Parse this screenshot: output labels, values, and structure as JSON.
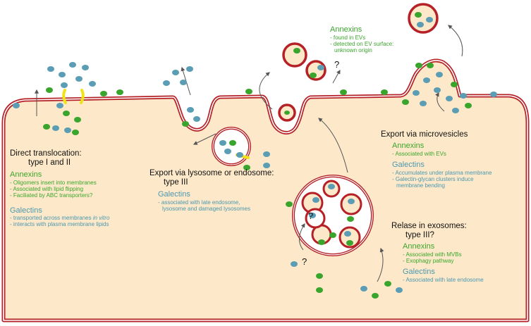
{
  "colors": {
    "annexin": "#3aa52c",
    "galectin": "#5b9db4",
    "membrane_red": "#b52127",
    "cell_fill": "#fde9c9",
    "abc_transporter": "#f2e318",
    "arrow": "#555555"
  },
  "direct": {
    "title_line1": "Direct translocation:",
    "title_line2": "type I and II",
    "annexins_header": "Annexins",
    "annexins_items": [
      "- Oligomers insert into membranes",
      "- Associated with lipid flipping",
      "- Faciliated by ABC transporters?"
    ],
    "galectins_header": "Galectins",
    "galectins_item1_prefix": "- transported across membranes ",
    "galectins_item1_italic": "in vitro",
    "galectins_item2": "- interacts with plasma membrane lipids"
  },
  "lysosome": {
    "title_line1": "Export via lysosome or endosome:",
    "title_line2": "type III",
    "galectins_header": "Galectins",
    "galectins_items": [
      "- associated with late endosome,",
      "lysosome and damaged lysosomes"
    ]
  },
  "evs": {
    "annexins_header": "Annexins",
    "items": [
      "- found in EVs",
      "- detected on EV surface:",
      "unknown origin"
    ]
  },
  "microvesicles": {
    "title": "Export via microvesicles",
    "annexins_header": "Annexins",
    "annexins_items": [
      "- Associated with EVs"
    ],
    "galectins_header": "Galectins",
    "galectins_items": [
      "- Accumulates under plasma membrane",
      "- Galectin-glycan clusters induce",
      "membrane bending"
    ]
  },
  "exosomes": {
    "title_line1": "Relase in exosomes:",
    "title_line2": "type III?",
    "annexins_header": "Annexins",
    "annexins_items": [
      "- Associated with MVBs",
      "- Exophagy pathway"
    ],
    "galectins_header": "Galectins",
    "galectins_items": [
      "- Associated with late endosome"
    ]
  },
  "question_marks": {
    "q_ev": "?",
    "q_mvb": "?",
    "q_bottom": "?"
  }
}
